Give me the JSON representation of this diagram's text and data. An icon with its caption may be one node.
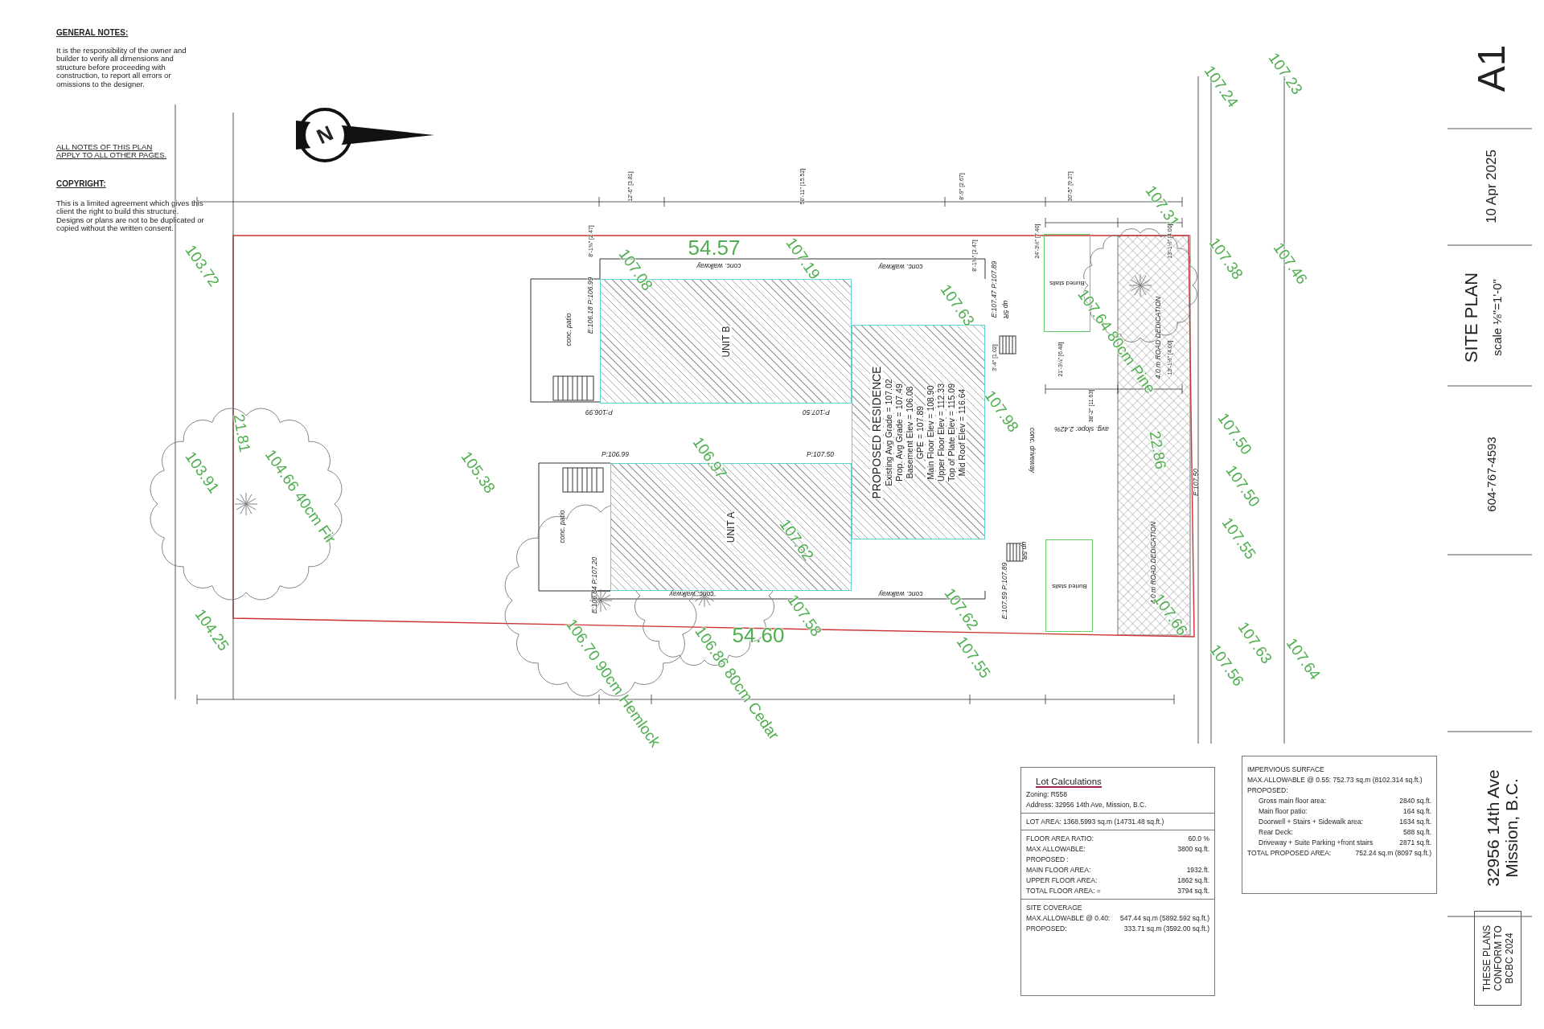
{
  "diagram": {
    "title": "SITE PLAN",
    "nodes": [
      {
        "text": [
          "Lot Calculations",
          "Zoning: R558",
          "Address: 32956 14th Ave, Mission, B.C.",
          "LOT AREA: 1368.5993 sq.m (14731.48 sq.ft.)",
          "FLOOR AREA RATIO:",
          "60.0 %",
          "MAX ALLOWABLE:",
          "3800 sq.ft.",
          "PROPOSED :",
          "MAIN FLOOR AREA:",
          "1932.ft.",
          "UPPER FLOOR AREA:",
          "1862 sq.ft.",
          "TOTAL FLOOR AREA: =",
          "3794 sq.ft.",
          "SITE COVERAGE",
          "MAX.ALLOWABLE @ 0.40:",
          "547.44 sq.m (5892.592 sq.ft.)",
          "PROPOSED:",
          "333.71 sq.m (3592.00 sq.ft.)"
        ]
      },
      {
        "text": [
          "IMPERVIOUS SURFACE",
          "MAX.ALLOWABLE @ 0.55: 752.73 sq.m (8102.314 sq.ft.)",
          "PROPOSED:",
          "Gross main floor area:",
          "2840 sq.ft.",
          "Main floor patio:",
          "164 sq.ft.",
          "Doorwell + Stairs + Sidewalk area:",
          "1634 sq.ft.",
          "Rear Deck:",
          "588 sq.ft.",
          "Driveway + Suite Parking +front stairs",
          "2871 sq.ft.",
          "TOTAL PROPOSED AREA:",
          "752.24 sq.m (8097 sq.ft.)"
        ]
      },
      {
        "text": [
          "THESE PLANS CONFORM TO BCBC 2024"
        ]
      },
      {
        "text": [
          "UNIT B"
        ]
      },
      {
        "text": [
          "UNIT A"
        ]
      },
      {
        "text": [
          "PROPOSED RESIDENCE",
          "Existing Avg Grade = 107.02",
          "Prop. Avg Grade = 107.49",
          "Basement Elev = 106.08",
          "GPE = 107.89",
          "Main Floor Elev = 108.90",
          "Upper Floor Elev = 112.33",
          "Top of Plate Elev = 115.09",
          "Mid Roof Elev = 116.64"
        ]
      },
      {
        "text": [
          "Buried stalls"
        ]
      },
      {
        "text": [
          "Buried stalls"
        ]
      }
    ],
    "edges": [],
    "labels": [
      "GENERAL NOTES:",
      "It is the responsibility of the owner and builder to verify all dimensions and structure before proceeding with construction, to report all errors or omissions to the designer.",
      "ALL NOTES OF THIS PLAN APPLY TO ALL OTHER PAGES.",
      "COPYRIGHT:",
      "This is a limited agreement which gives this client the right to build this structure. Designs or plans are not to be duplicated or copied without the written consent.",
      "N",
      "107.24",
      "107.23",
      "12'-6\" [3.81]",
      "50'-11\" [15.52]",
      "8'-9\" [2.67]",
      "30'-5\" [9.27]",
      "107.31",
      "8'-1⅜\" [2.47]",
      "54.57",
      "8'-1⅜\" [2.47]",
      "24'-3½\" [7.40]",
      "13'-1½\" [4.00]",
      "103.72",
      "107.08",
      "conc. walkway",
      "107.19",
      "conc. walkway",
      "107.38",
      "107.46",
      "E:106.18 P:106.99",
      "107.63",
      "E:107.47 P:107.89",
      "up 5R",
      "conc. patio",
      "107.64 80cm Pine",
      "4.0 m ROAD DEDICATION",
      "3'-4\" [1.02]",
      "21'-3¼\" [6.48]",
      "13'-1½\" [4.00]",
      "P:106.99",
      "P:107.50",
      "107.98",
      "38'-2\" [11.63]",
      "21.81",
      "avg. slope: 2.42%",
      "107.50",
      "103.91",
      "105.38",
      "P:106.99",
      "106.97",
      "P:107.50",
      "conc. driveway",
      "22.86",
      "104.66 40cm Fir",
      "E:107.50",
      "107.50",
      "conc. patio",
      "107.62",
      "107.55",
      "up 5R",
      "4.0 m ROAD DEDICATION",
      "E:106.84 P:107.20",
      "conc. walkway",
      "conc. walkway",
      "107.62",
      "E:107.59 P:107.89",
      "104.25",
      "54.60",
      "107.58",
      "107.55",
      "107.66",
      "107.56",
      "107.63",
      "107.64",
      "106.70 90cm Hemlock",
      "106.86 80cm Cedar",
      "A1",
      "10 Apr 2025",
      "scale ⅛\"=1'-0\"",
      "604-767-4593",
      "32956 14th Ave Mission, B.C."
    ]
  }
}
